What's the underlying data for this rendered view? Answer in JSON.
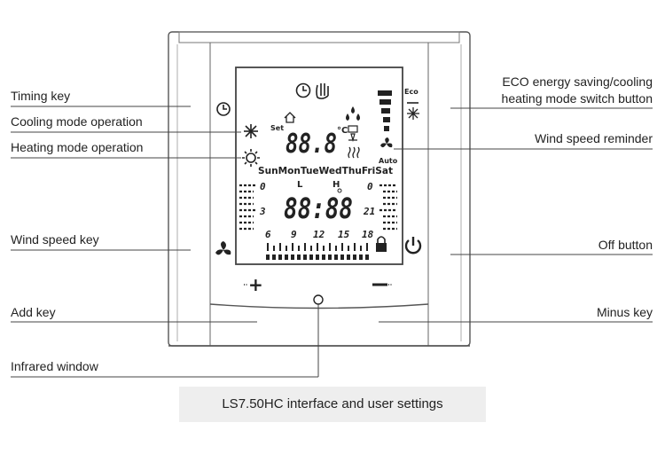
{
  "labels": {
    "timing_key": "Timing key",
    "cooling_mode": "Cooling mode operation",
    "heating_mode": "Heating mode operation",
    "wind_speed_key": "Wind speed key",
    "add_key": "Add key",
    "infrared_window": "Infrared window",
    "eco_line1": "ECO energy saving/cooling",
    "eco_line2": "heating mode switch button",
    "wind_speed_reminder": "Wind speed reminder",
    "off_button": "Off button",
    "minus_key": "Minus key"
  },
  "lcd": {
    "set": "Set",
    "set_temp": "88.8",
    "unit": "°C",
    "auto": "Auto",
    "days": "SunMonTueWedThuFriSat",
    "clock": "88:88",
    "axis_left_top": "0",
    "axis_left_mid": "3",
    "axis_right_top": "0",
    "axis_right_mid": "21",
    "hours": [
      "6",
      "9",
      "12",
      "15",
      "18"
    ],
    "top_marker_l": "L",
    "top_marker_h": "H"
  },
  "keys": {
    "plus": "+",
    "minus": "−"
  },
  "caption": "LS7.50HC interface and user settings"
}
